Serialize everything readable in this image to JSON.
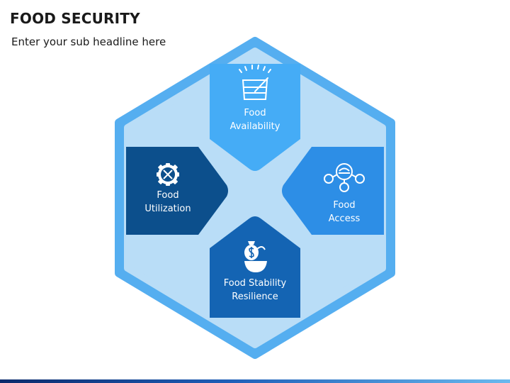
{
  "header": {
    "title": "FOOD SECURITY",
    "subtitle": "Enter your sub headline here"
  },
  "colors": {
    "outer_border": "#55aef0",
    "outer_fill": "#b9ddf7",
    "availability": "#45acf6",
    "access": "#2d8ee6",
    "utilization": "#0c4f8c",
    "stability": "#1464b3",
    "footer_dark": "#0b2a6b",
    "footer_light": "#6ab9ee"
  },
  "pillars": {
    "availability": {
      "line1": "Food",
      "line2": "Availability",
      "icon": "food-container-icon"
    },
    "access": {
      "line1": "Food",
      "line2": "Access",
      "icon": "food-access-network-icon"
    },
    "utilization": {
      "line1": "Food",
      "line2": "Utilization",
      "icon": "gear-tools-icon"
    },
    "stability": {
      "line1": "Food Stability",
      "line2": "Resilience",
      "icon": "money-bag-bowl-icon"
    }
  }
}
